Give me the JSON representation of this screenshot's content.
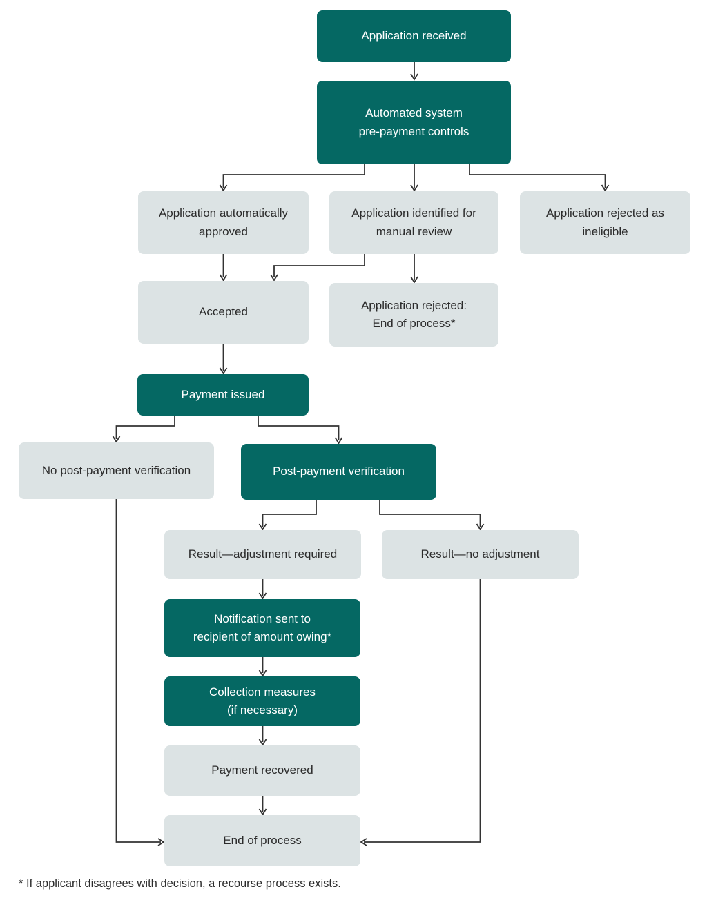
{
  "diagram": {
    "footnote": "* If applicant disagrees with decision, a recourse process exists.",
    "colors": {
      "primary_teal": "#056863",
      "box_gray": "#dce3e4",
      "arrow": "#333333",
      "text_on_teal": "#ffffff",
      "text_on_gray": "#2b2b2b"
    },
    "nodes": {
      "application_received": {
        "label": "Application received",
        "style": "teal"
      },
      "automated_prepayment_controls": {
        "label": "Automated system\npre-payment controls",
        "style": "teal"
      },
      "auto_approved": {
        "label": "Application automatically\napproved",
        "style": "gray"
      },
      "manual_review": {
        "label": "Application identified for\nmanual review",
        "style": "gray"
      },
      "rejected_ineligible": {
        "label": "Application rejected as\nineligible",
        "style": "gray"
      },
      "accepted": {
        "label": "Accepted",
        "style": "gray"
      },
      "rejected_end_of_process": {
        "label": "Application rejected:\nEnd of process*",
        "style": "gray"
      },
      "payment_issued": {
        "label": "Payment issued",
        "style": "teal"
      },
      "no_post_payment_verification": {
        "label": "No post-payment verification",
        "style": "gray"
      },
      "post_payment_verification": {
        "label": "Post-payment verification",
        "style": "teal"
      },
      "result_adjustment_required": {
        "label": "Result—adjustment required",
        "style": "gray"
      },
      "result_no_adjustment": {
        "label": "Result—no adjustment",
        "style": "gray"
      },
      "notification_sent": {
        "label": "Notification sent to\nrecipient of amount owing*",
        "style": "teal"
      },
      "collection_measures": {
        "label": "Collection measures\n(if necessary)",
        "style": "teal"
      },
      "payment_recovered": {
        "label": "Payment recovered",
        "style": "gray"
      },
      "end_of_process": {
        "label": "End of process",
        "style": "gray"
      }
    }
  }
}
